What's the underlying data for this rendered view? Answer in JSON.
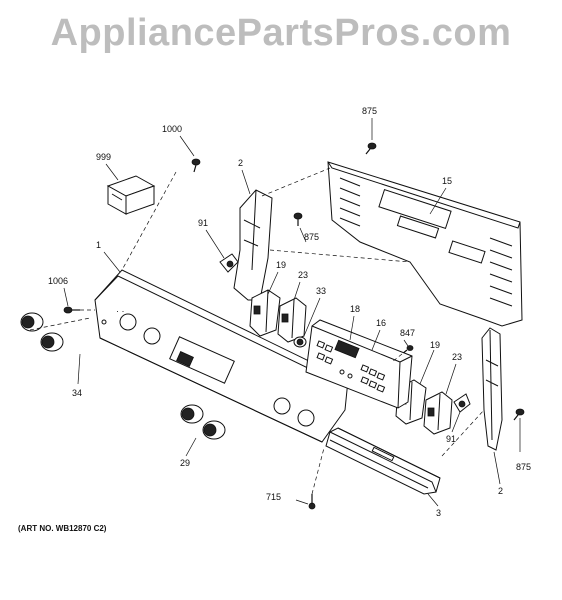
{
  "watermark": "AppliancePartsPros.com",
  "art_number": "(ART NO. WB12870 C2)",
  "callouts": {
    "c875a": "875",
    "c1000": "1000",
    "c999": "999",
    "c2a": "2",
    "c15": "15",
    "c91a": "91",
    "c875b": "875",
    "c1": "1",
    "c19a": "19",
    "c23a": "23",
    "c33": "33",
    "c18": "18",
    "c16": "16",
    "c1006": "1006",
    "c847": "847",
    "c19b": "19",
    "c23b": "23",
    "c34": "34",
    "c91b": "91",
    "c875c": "875",
    "c29": "29",
    "c2b": "2",
    "c715": "715",
    "c3": "3"
  }
}
